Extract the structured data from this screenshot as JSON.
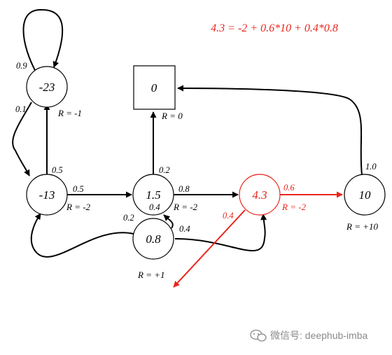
{
  "equation": "4.3 = -2 + 0.6*10 + 0.4*0.8",
  "colors": {
    "ink": "#000000",
    "highlight": "#e8261c",
    "watermark": "#8a8a8a"
  },
  "nodes": {
    "n_m23": {
      "value": "-23",
      "reward": "R = -1"
    },
    "n_m13": {
      "value": "-13",
      "reward": "R = -2"
    },
    "terminal": {
      "value": "0",
      "reward": "R = 0"
    },
    "n_1_5": {
      "value": "1.5",
      "reward": "R = -2"
    },
    "n_4_3": {
      "value": "4.3",
      "reward": "R = -2"
    },
    "n_10": {
      "value": "10",
      "reward": "R = +10"
    },
    "n_0_8": {
      "value": "0.8",
      "reward": "R = +1"
    }
  },
  "edges": {
    "m23_self": "0.9",
    "m23_to_m13": "0.1",
    "m13_to_m23": "0.5",
    "m13_to_1_5": "0.5",
    "p1_5_to_terminal": "0.2",
    "p1_5_to_4_3": "0.8",
    "p4_3_to_10": "0.6",
    "p4_3_to_0_8": "0.4",
    "p10_to_terminal": "1.0",
    "p0_8_to_m13": "0.2",
    "p0_8_to_1_5": "0.4",
    "p0_8_to_4_3": "0.4"
  },
  "watermark": {
    "icon": "wechat-icon",
    "text": "微信号: deephub-imba"
  }
}
